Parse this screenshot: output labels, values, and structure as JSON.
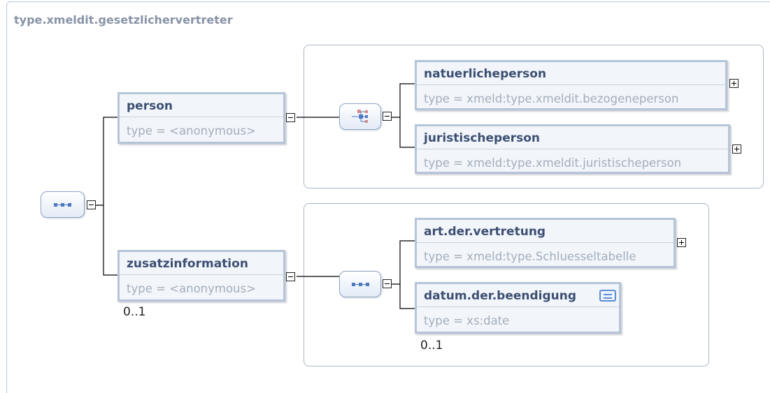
{
  "diagram": {
    "title": "type.xmeldit.gesetzlichervertreter",
    "elements": {
      "person": {
        "name": "person",
        "type": "type = <anonymous>"
      },
      "zusatzinformation": {
        "name": "zusatzinformation",
        "type": "type = <anonymous>",
        "cardinality": "0..1"
      },
      "natuerlicheperson": {
        "name": "natuerlicheperson",
        "type": "type = xmeld:type.xmeldit.bezogeneperson"
      },
      "juristischeperson": {
        "name": "juristischeperson",
        "type": "type = xmeld:type.xmeldit.juristischeperson"
      },
      "art_der_vertretung": {
        "name": "art.der.vertretung",
        "type": "type = xmeld:type.Schluesseltabelle"
      },
      "datum_der_beendigung": {
        "name": "datum.der.beendigung",
        "type": "type = xs:date",
        "cardinality": "0..1"
      }
    },
    "compositors": {
      "root": "sequence-icon",
      "person": "choice-icon",
      "zusatzinformation": "sequence-icon"
    },
    "colors": {
      "element_border": "#b6c4d8",
      "element_fill": "#f2f6fb",
      "element_name": "#3c4f72",
      "type_text": "#a3adba",
      "connector": "#000000",
      "compositor_border": "#8fa5c5",
      "doc_icon": "#5a8cd8"
    }
  }
}
